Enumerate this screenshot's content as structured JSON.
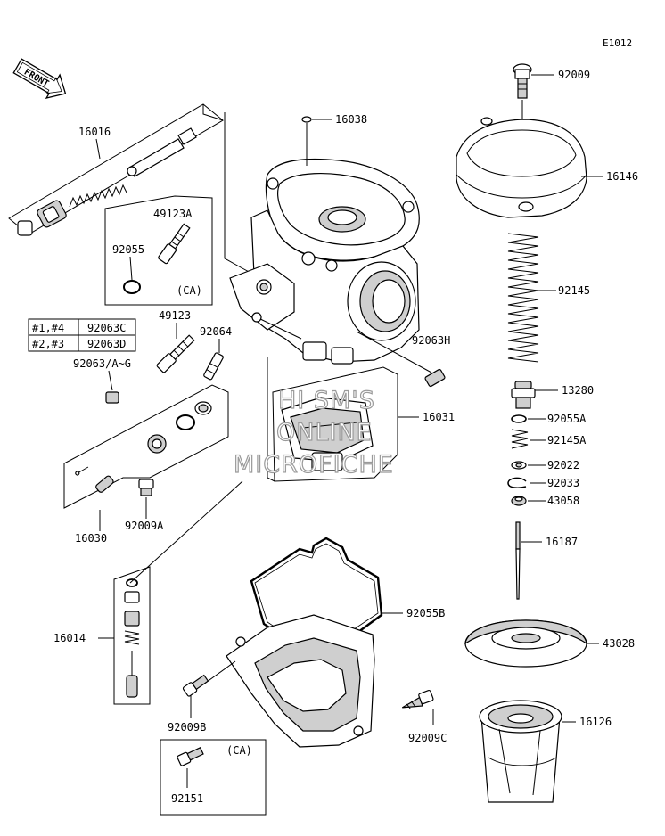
{
  "diagram_code": "E1012",
  "front_badge": "FRONT",
  "table": {
    "rows": [
      {
        "cyl": "#1,#4",
        "part": "92063C"
      },
      {
        "cyl": "#2,#3",
        "part": "92063D"
      }
    ]
  },
  "callouts": {
    "c16016": "16016",
    "c16038": "16038",
    "c92009": "92009",
    "c16146": "16146",
    "c49123A": "49123A",
    "c92055": "92055",
    "cCA1": "(CA)",
    "c92145": "92145",
    "c49123": "49123",
    "c92064": "92064",
    "c92063H": "92063H",
    "c92063AG": "92063/A~G",
    "c13280": "13280",
    "c16031": "16031",
    "c92055A": "92055A",
    "c92145A": "92145A",
    "c92022": "92022",
    "c92033": "92033",
    "c43058": "43058",
    "c16030": "16030",
    "c92009A": "92009A",
    "c16187": "16187",
    "c92055B": "92055B",
    "c16014": "16014",
    "c43028": "43028",
    "c92009B": "92009B",
    "c92009C": "92009C",
    "c16126": "16126",
    "cCA2": "(CA)",
    "c92151": "92151"
  },
  "watermark": {
    "line1": "HI SM'S",
    "line2": "ONLINE",
    "line3": "MICROFICHE"
  }
}
